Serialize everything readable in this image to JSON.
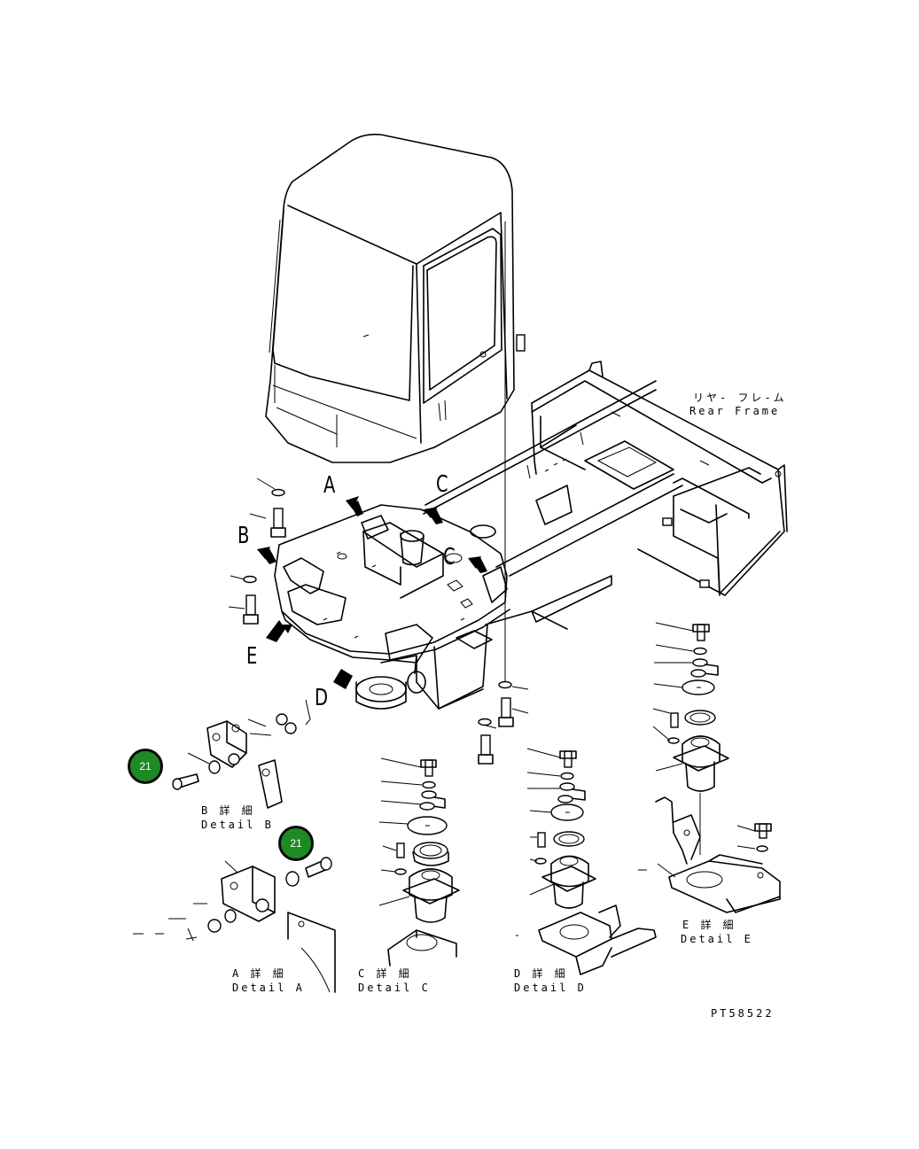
{
  "rear_frame": {
    "jp": "リヤ- フレ-ム",
    "en": "Rear Frame"
  },
  "arrows": {
    "a": "A",
    "b": "B",
    "c1": "C",
    "c2": "C",
    "d": "D",
    "e": "E"
  },
  "details": {
    "a": {
      "jp": "A 詳 細",
      "en": "Detail A"
    },
    "b": {
      "jp": "B 詳 細",
      "en": "Detail B"
    },
    "c": {
      "jp": "C 詳 細",
      "en": "Detail C"
    },
    "d": {
      "jp": "D 詳 細",
      "en": "Detail D"
    },
    "e": {
      "jp": "E 詳 細",
      "en": "Detail E"
    }
  },
  "callouts": [
    {
      "label": "21"
    },
    {
      "label": "21"
    }
  ],
  "drawing_code": "PT58522",
  "colors": {
    "callout_fill": "#1e8a26",
    "line": "#000000",
    "background": "#ffffff"
  }
}
